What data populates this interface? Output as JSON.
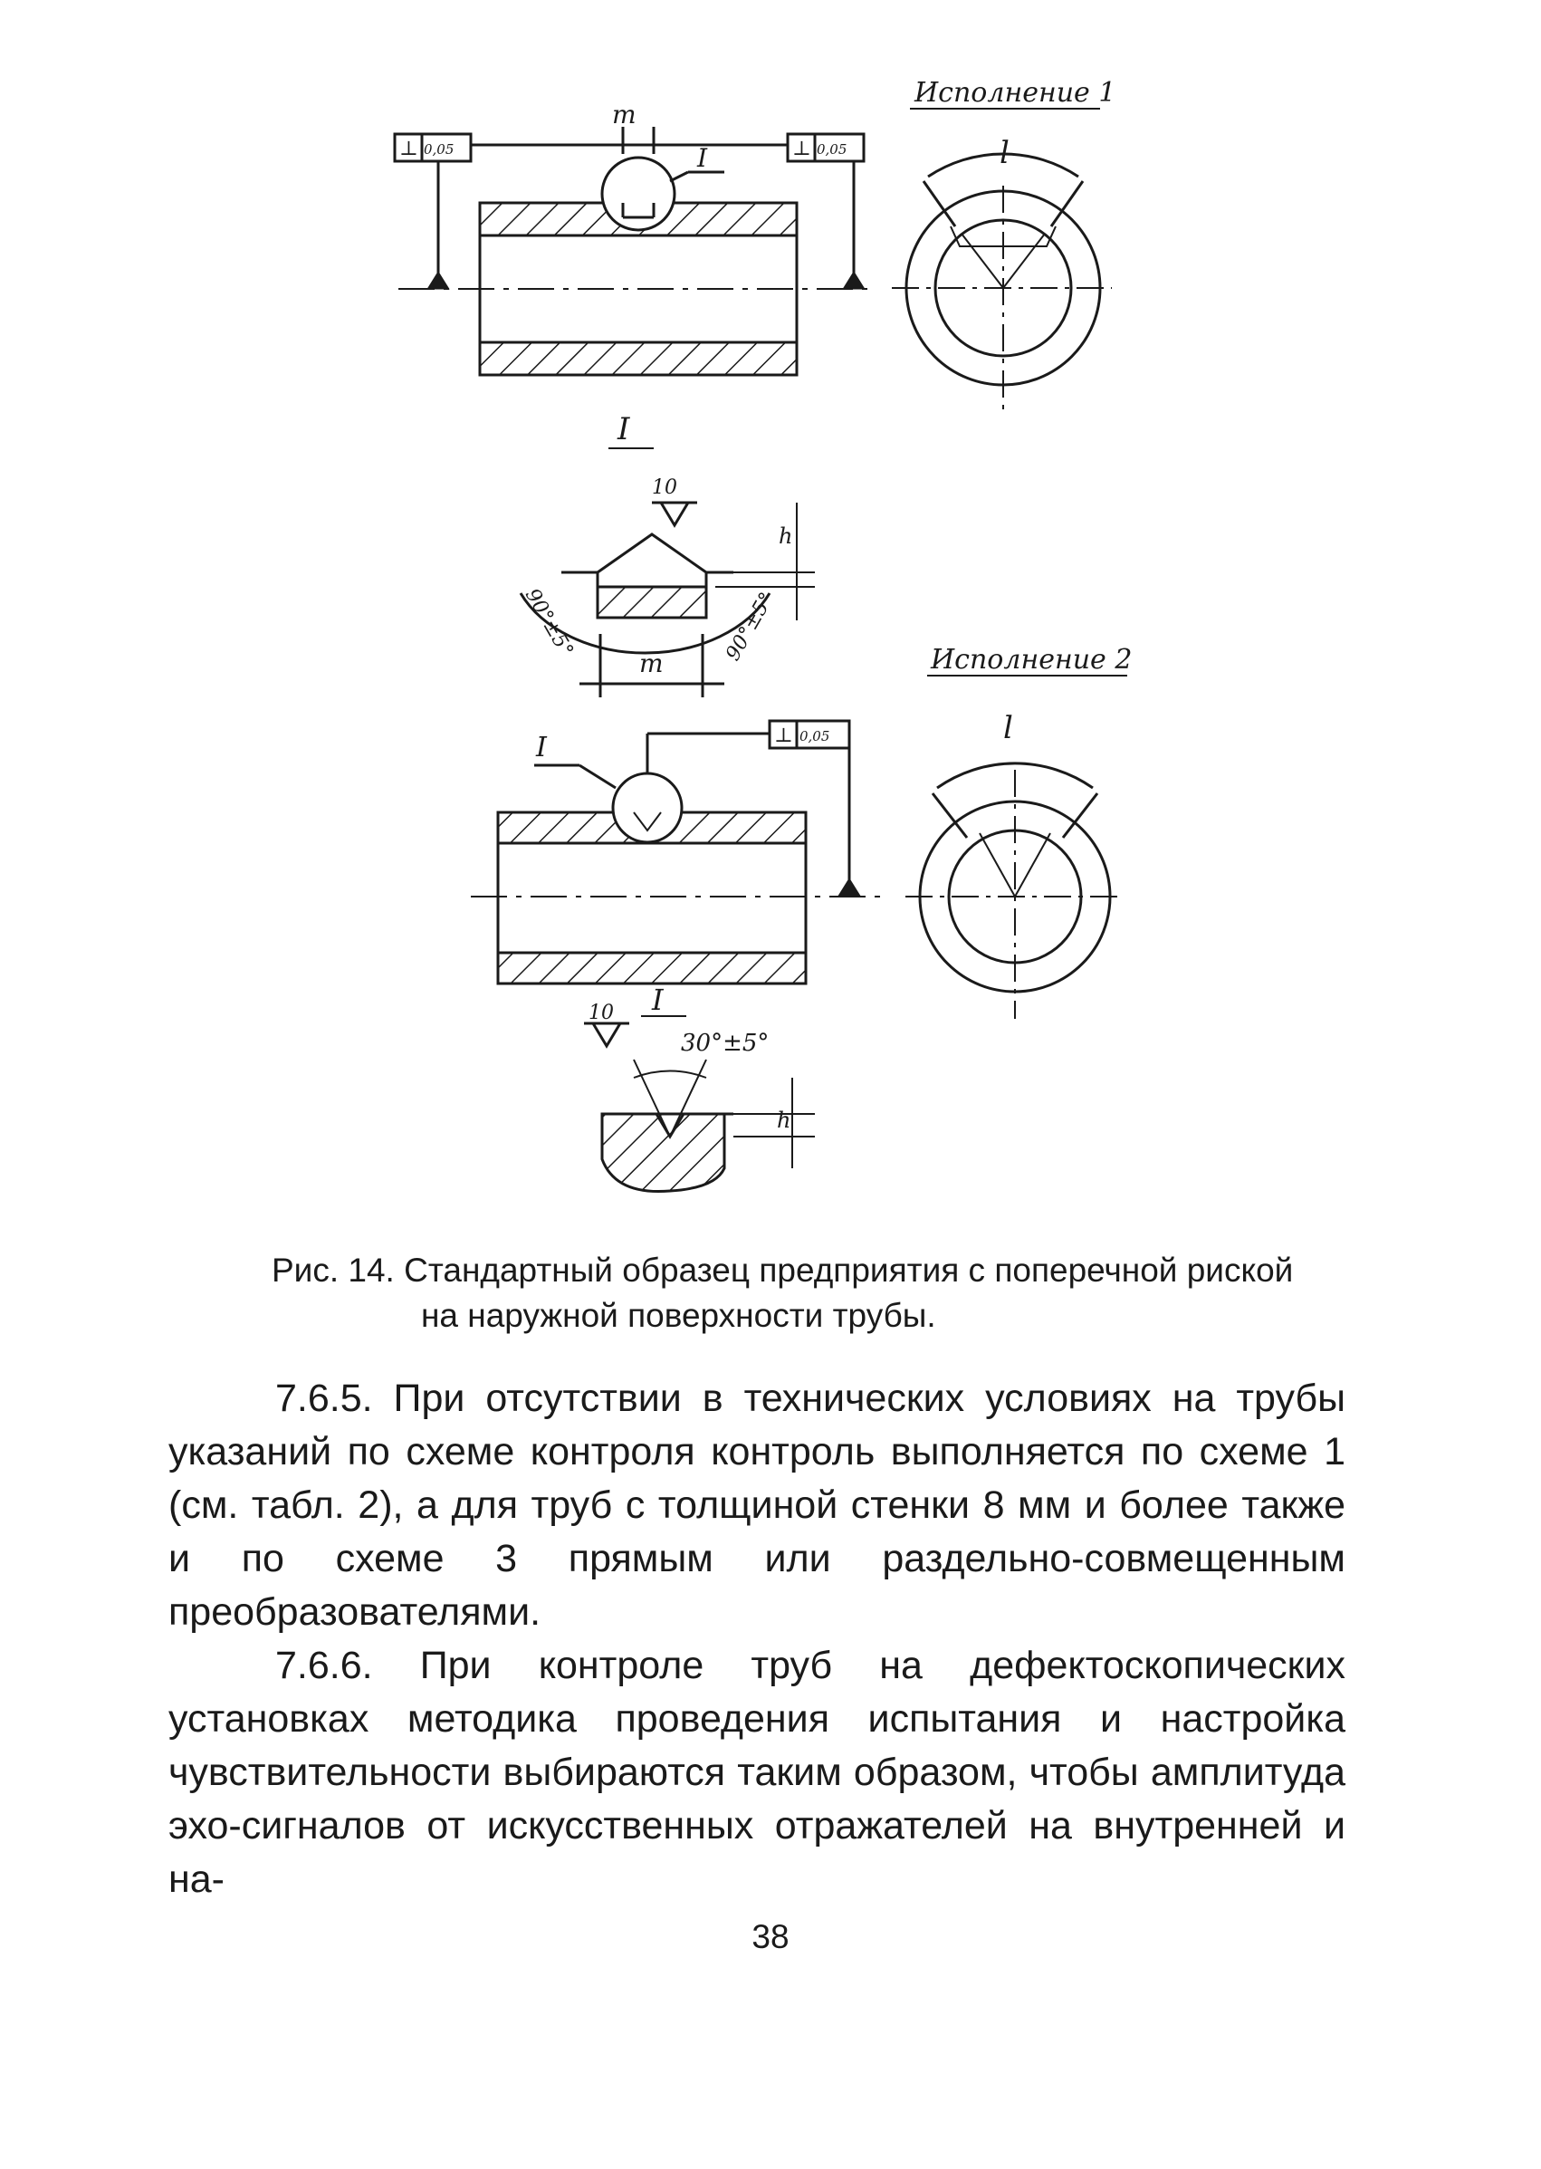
{
  "figure": {
    "variant1_label": "Исполнение 1",
    "variant2_label": "Исполнение 2",
    "tol_perp": "⊥",
    "tol_value": "0,05",
    "dim_m": "m",
    "dim_l": "l",
    "dim_h": "h",
    "detail_mark": "I",
    "roughness": "10",
    "angle_90": "90°±5°",
    "angle_30": "30°±5°"
  },
  "caption": {
    "line1": "Рис. 14. Стандартный образец предприятия с поперечной риской",
    "line2": "на наружной поверхности трубы."
  },
  "paragraphs": [
    "7.6.5. При отсутствии в технических условиях на трубы указаний по схеме контроля контроль выполняется по схеме 1 (см. табл. 2), а для труб с толщиной стенки 8 мм и более также и по схеме 3 прямым или раздельно-совмещенным преобразователями.",
    "7.6.6. При контроле труб на дефектоскопических установках методика проведения испытания и настройка чувствительности выбираются таким образом, чтобы амплитуда эхо-сигналов от искусственных отражателей на внутренней и на-"
  ],
  "page_number": "38"
}
